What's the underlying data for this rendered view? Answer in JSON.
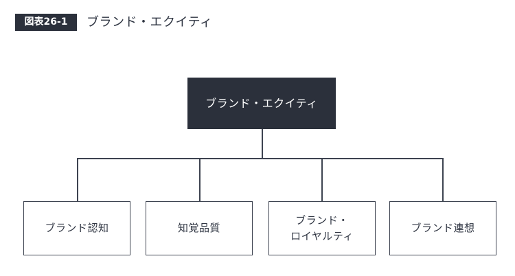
{
  "header": {
    "badge": "図表26-1",
    "title": "ブランド・エクイティ"
  },
  "diagram": {
    "type": "tree",
    "root": {
      "label": "ブランド・エクイティ",
      "fill_color": "#2b303b",
      "text_color": "#ffffff"
    },
    "children": [
      {
        "label": "ブランド認知"
      },
      {
        "label": "知覚品質"
      },
      {
        "label": "ブランド・\nロイヤルティ"
      },
      {
        "label": "ブランド連想"
      }
    ],
    "line_color": "#3d4350",
    "box_fill_color": "#ffffff",
    "box_text_color": "#2f3542"
  }
}
